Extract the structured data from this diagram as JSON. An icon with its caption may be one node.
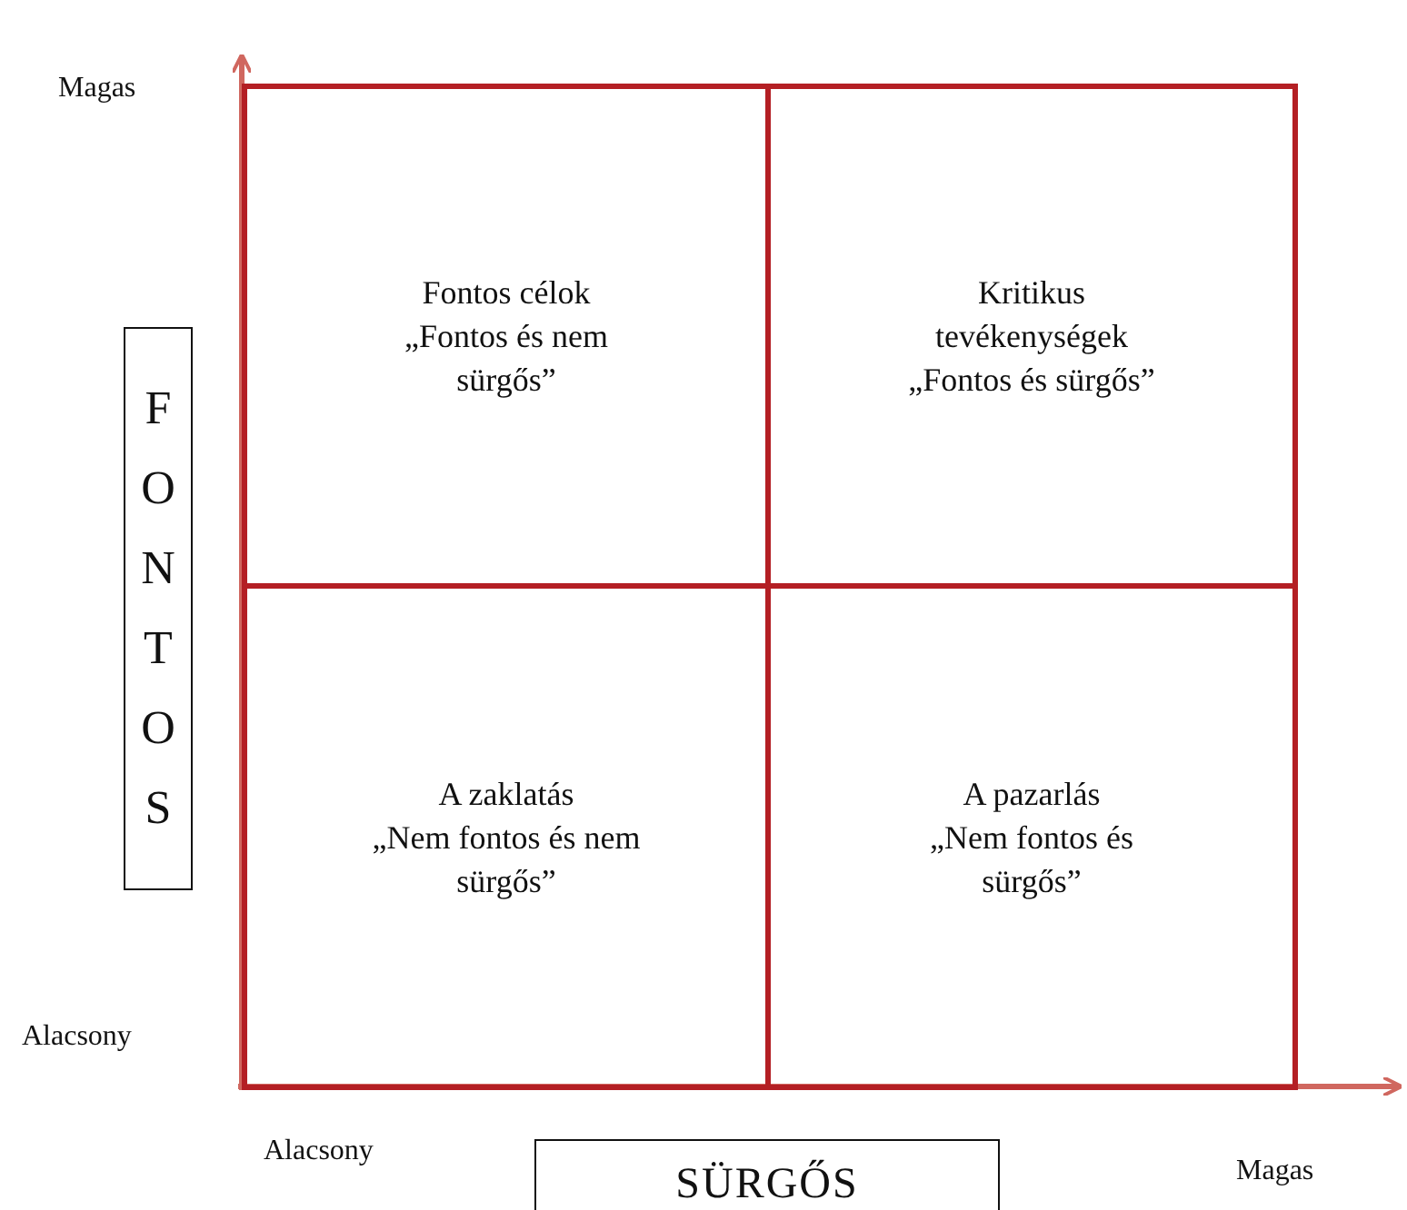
{
  "diagram": {
    "nodes": [
      {
        "text": [
          "Fontos célok",
          "„Fontos és nem sürgős”"
        ]
      },
      {
        "text": [
          "Kritikus tevékenységek",
          "„Fontos és sürgős”"
        ]
      },
      {
        "text": [
          "A zaklatás",
          "„Nem fontos és nem sürgős”"
        ]
      },
      {
        "text": [
          "A pazarlás",
          "„Nem fontos és sürgős”"
        ]
      },
      {
        "text": [
          "FONTOS"
        ]
      },
      {
        "text": [
          "SÜRGŐS"
        ]
      }
    ],
    "edges": [],
    "labels": [
      "Magas",
      "Alacsony",
      "Alacsony",
      "Magas"
    ]
  }
}
